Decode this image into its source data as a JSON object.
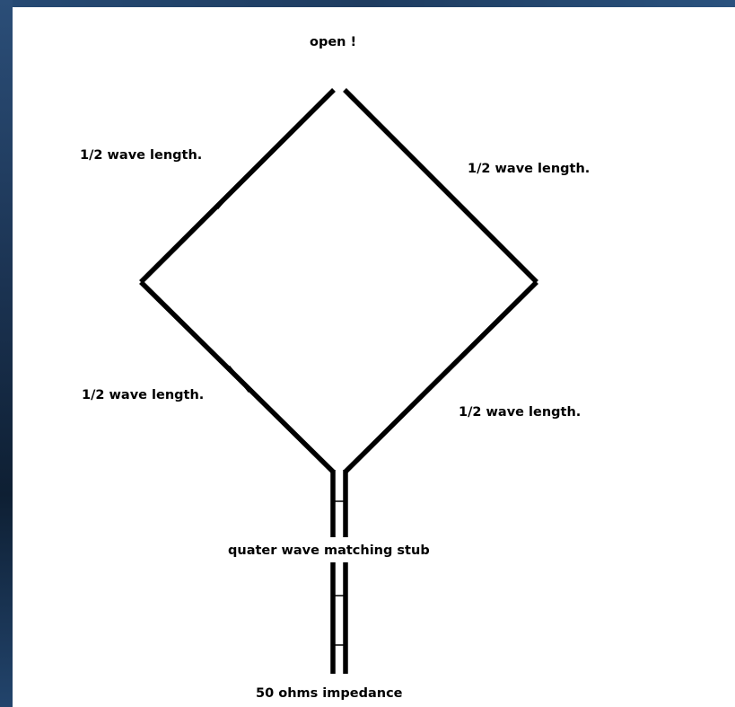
{
  "labels": {
    "open": "open !",
    "upper_left": "1/2 wave length.",
    "upper_right": "1/2 wave length.",
    "lower_left": "1/2 wave length.",
    "lower_right": "1/2 wave length.",
    "stub": "quater wave matching stub",
    "impedance": "50 ohms impedance"
  },
  "colors": {
    "line": "#000000",
    "background": "#ffffff",
    "frame": "#1f3a5c"
  }
}
